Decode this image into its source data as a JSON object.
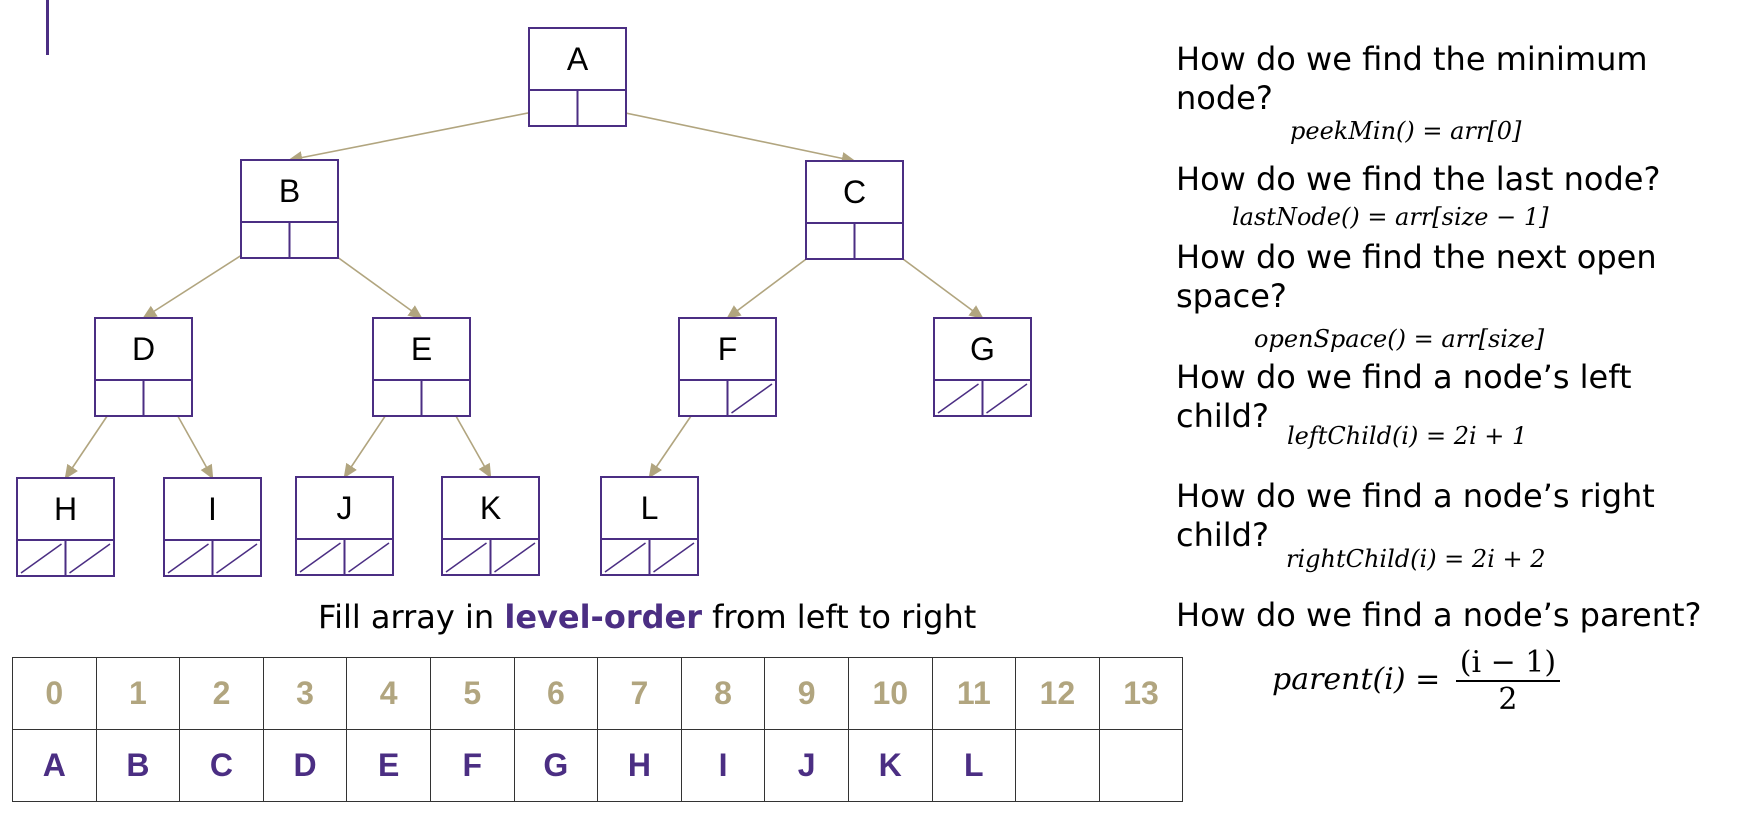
{
  "tree": {
    "nodes": [
      {
        "id": "A",
        "label": "A",
        "children": [
          "B",
          "C"
        ]
      },
      {
        "id": "B",
        "label": "B",
        "children": [
          "D",
          "E"
        ]
      },
      {
        "id": "C",
        "label": "C",
        "children": [
          "F",
          "G"
        ]
      },
      {
        "id": "D",
        "label": "D",
        "children": [
          "H",
          "I"
        ]
      },
      {
        "id": "E",
        "label": "E",
        "children": [
          "J",
          "K"
        ]
      },
      {
        "id": "F",
        "label": "F",
        "children": [
          "L"
        ]
      },
      {
        "id": "G",
        "label": "G",
        "children": []
      },
      {
        "id": "H",
        "label": "H",
        "children": []
      },
      {
        "id": "I",
        "label": "I",
        "children": []
      },
      {
        "id": "J",
        "label": "J",
        "children": []
      },
      {
        "id": "K",
        "label": "K",
        "children": []
      },
      {
        "id": "L",
        "label": "L",
        "children": []
      }
    ]
  },
  "caption": {
    "before": "Fill array in ",
    "bold": "level-order",
    "after": " from left to right"
  },
  "array": {
    "indices": [
      "0",
      "1",
      "2",
      "3",
      "4",
      "5",
      "6",
      "7",
      "8",
      "9",
      "10",
      "11",
      "12",
      "13"
    ],
    "values": [
      "A",
      "B",
      "C",
      "D",
      "E",
      "F",
      "G",
      "H",
      "I",
      "J",
      "K",
      "L",
      "",
      ""
    ]
  },
  "qa": {
    "min_q": "How do we find the minimum\nnode?",
    "min_f": "peekMin() = arr[0]",
    "last_q": "How do we find the last node?",
    "last_f": "lastNode() = arr[size − 1]",
    "open_q": "How do we find the next open\nspace?",
    "open_f": "openSpace() = arr[size]",
    "left_q": "How do we find a node’s left\nchild?",
    "left_f": "leftChild(i) = 2i + 1",
    "right_q": "How do we find a node’s right\nchild?",
    "right_f": "rightChild(i) = 2i + 2",
    "parent_q": "How do we find a node’s parent?",
    "parent_f_lhs": "parent(i) =",
    "parent_f_num": "(i − 1)",
    "parent_f_den": "2"
  },
  "colors": {
    "node_border": "#4b2e83",
    "edge": "#b1a57f",
    "index_text": "#b1a57f",
    "value_text": "#4b2e83"
  }
}
